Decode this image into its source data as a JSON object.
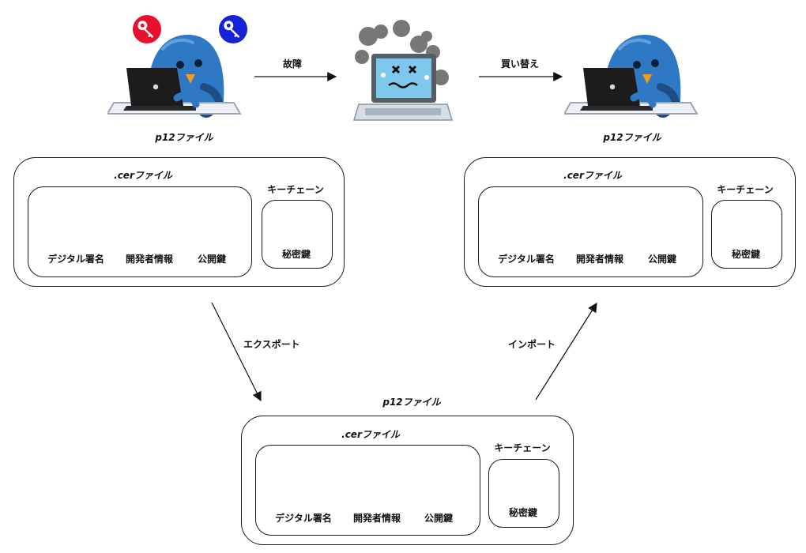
{
  "top": {
    "left_caption": "p12ファイル",
    "right_caption": "p12ファイル",
    "arrow_failure": "故障",
    "arrow_replace": "買い替え"
  },
  "flow": {
    "export_label": "エクスポート",
    "import_label": "インポート",
    "bottom_caption": "p12ファイル"
  },
  "bundle": {
    "cer_title": ".cerファイル",
    "keychain_title": "キーチェーン",
    "signature_label": "デジタル署名",
    "developer_label": "開発者情報",
    "public_key_label": "公開鍵",
    "private_key_label": "秘密鍵"
  },
  "colors": {
    "bird": "#2f78c4",
    "private_key": "#e8102d",
    "public_key": "#1622d8",
    "certificate": "#2ec0e8",
    "laptop": "#1c1c1c",
    "smoke": "#777777"
  },
  "icons": [
    "bird-user-icon",
    "laptop-icon",
    "broken-laptop-icon",
    "smoke-icon",
    "certificate-icon",
    "developer-icon",
    "public-key-icon",
    "private-key-icon"
  ]
}
